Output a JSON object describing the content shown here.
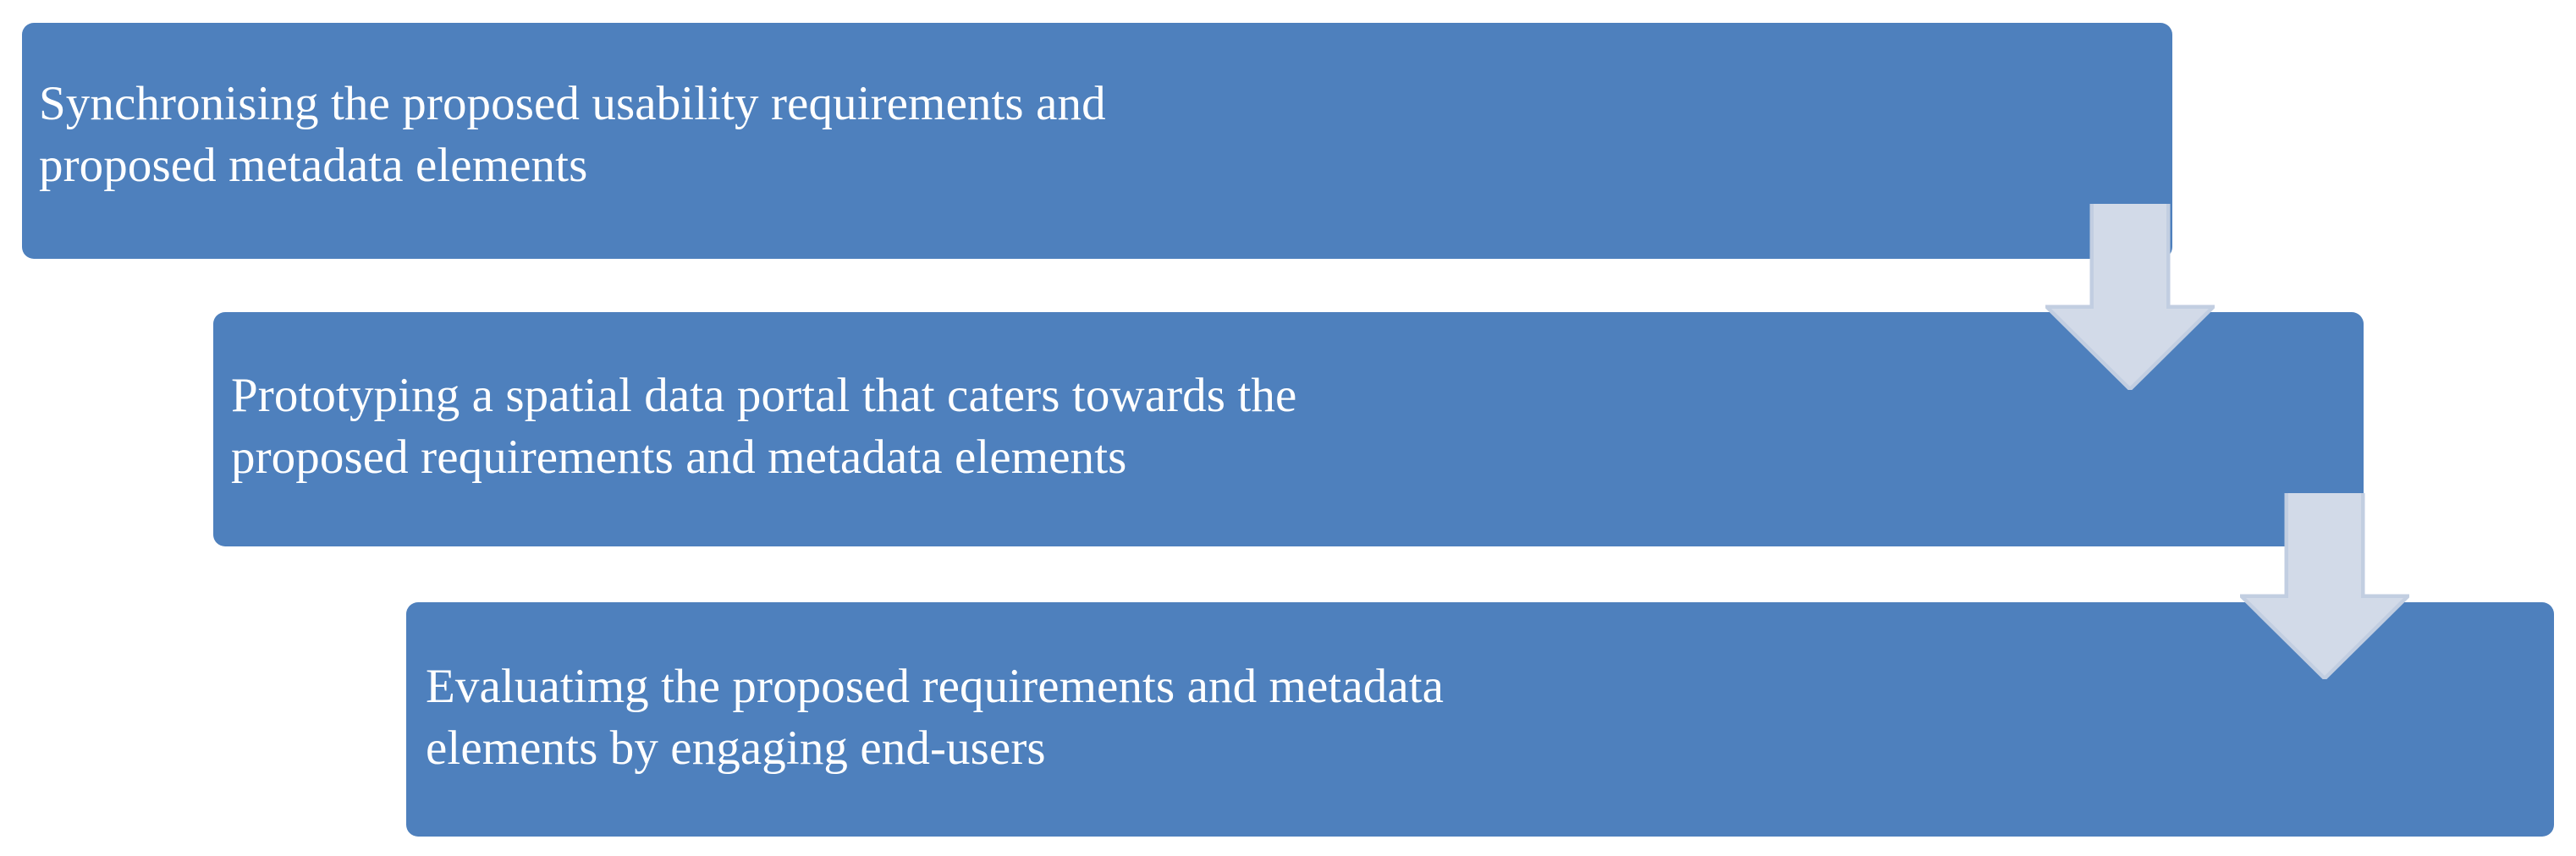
{
  "diagram": {
    "type": "vertical-process-flow",
    "background_color": "#FFFFFF",
    "box_fill_color": "#4E80BD",
    "box_text_color": "#FFFFFF",
    "arrow_fill_color": "#D2DAE8",
    "arrow_outline_color": "#C2CEE1",
    "steps": [
      {
        "id": "step-1",
        "order": 1,
        "text": "Synchronising the proposed usability requirements and\nproposed metadata elements",
        "lines": [
          "Synchronising the proposed usability requirements and",
          "proposed metadata elements"
        ]
      },
      {
        "id": "step-2",
        "order": 2,
        "text": "Prototyping a spatial data portal that caters towards the\nproposed requirements and metadata elements",
        "lines": [
          "Prototyping a spatial data portal that caters towards the",
          "proposed requirements and metadata elements"
        ]
      },
      {
        "id": "step-3",
        "order": 3,
        "text": "Evaluatimg the proposed requirements and metadata\nelements by engaging end-users",
        "lines": [
          "Evaluatimg the proposed requirements and metadata",
          "elements by engaging end-users"
        ]
      }
    ],
    "connectors": [
      {
        "id": "connector-1",
        "from": "step-1",
        "to": "step-2",
        "direction": "down",
        "icon": "down-arrow-icon"
      },
      {
        "id": "connector-2",
        "from": "step-2",
        "to": "step-3",
        "direction": "down",
        "icon": "down-arrow-icon"
      }
    ]
  }
}
